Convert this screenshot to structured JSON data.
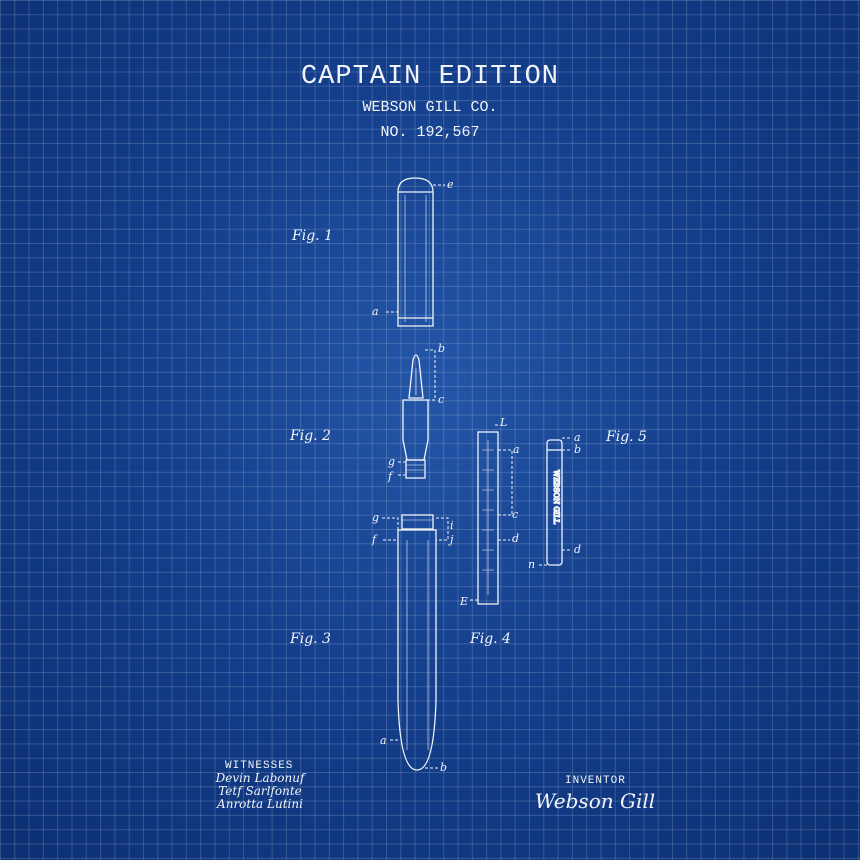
{
  "header": {
    "title": "CAPTAIN EDITION",
    "company": "WEBSON GILL CO.",
    "number": "NO. 192,567"
  },
  "figures": [
    "Fig. 1",
    "Fig. 2",
    "Fig. 3",
    "Fig. 4",
    "Fig. 5"
  ],
  "part_labels": {
    "fig1": [
      "e",
      "a"
    ],
    "fig2": [
      "b",
      "c",
      "g",
      "f"
    ],
    "fig3": [
      "g",
      "f",
      "i",
      "j",
      "a",
      "b"
    ],
    "fig4": [
      "L",
      "a",
      "c",
      "d",
      "E"
    ],
    "fig5": [
      "a",
      "b",
      "d",
      "n"
    ]
  },
  "engraving": "WEBSON GILL",
  "witnesses": {
    "heading": "WITNESSES",
    "names": [
      "Devin Labonuf",
      "Tetf Sarlfonte",
      "Anrotta Lutini"
    ]
  },
  "inventor": {
    "heading": "INVENTOR",
    "signature": "Webson Gill"
  },
  "colors": {
    "background": "#143f8c",
    "ink": "#f2f4fa"
  }
}
